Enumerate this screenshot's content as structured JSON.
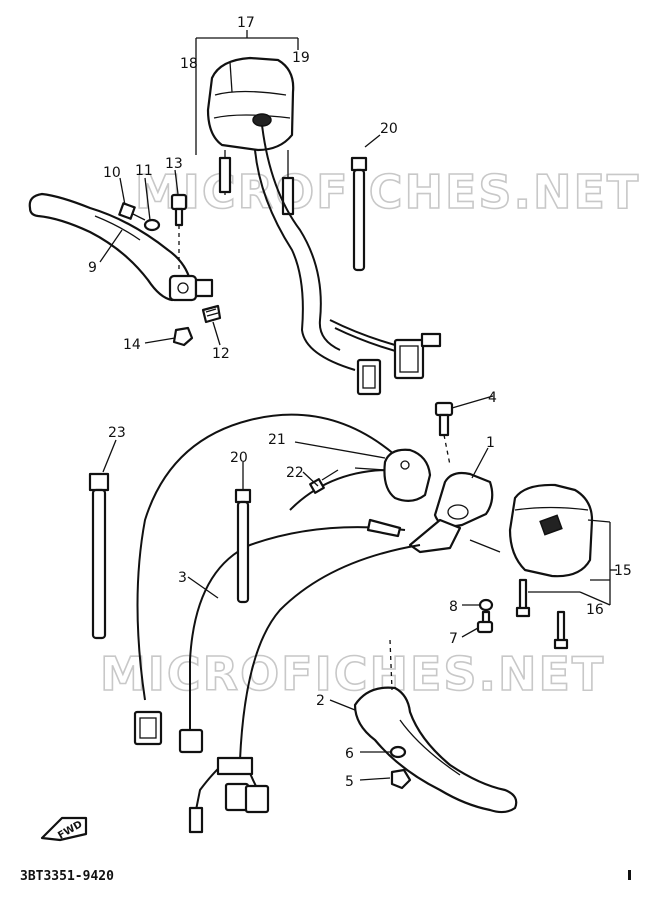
{
  "watermark": [
    "MICROFICHES.NET",
    "MICROFICHES.NET"
  ],
  "diagram_code": "3BT3351-9420",
  "fwd_label": "FWD",
  "callouts": [
    "1",
    "2",
    "3",
    "4",
    "5",
    "6",
    "7",
    "8",
    "9",
    "10",
    "11",
    "12",
    "13",
    "14",
    "15",
    "16",
    "17",
    "18",
    "19",
    "20",
    "20",
    "21",
    "22",
    "23"
  ]
}
